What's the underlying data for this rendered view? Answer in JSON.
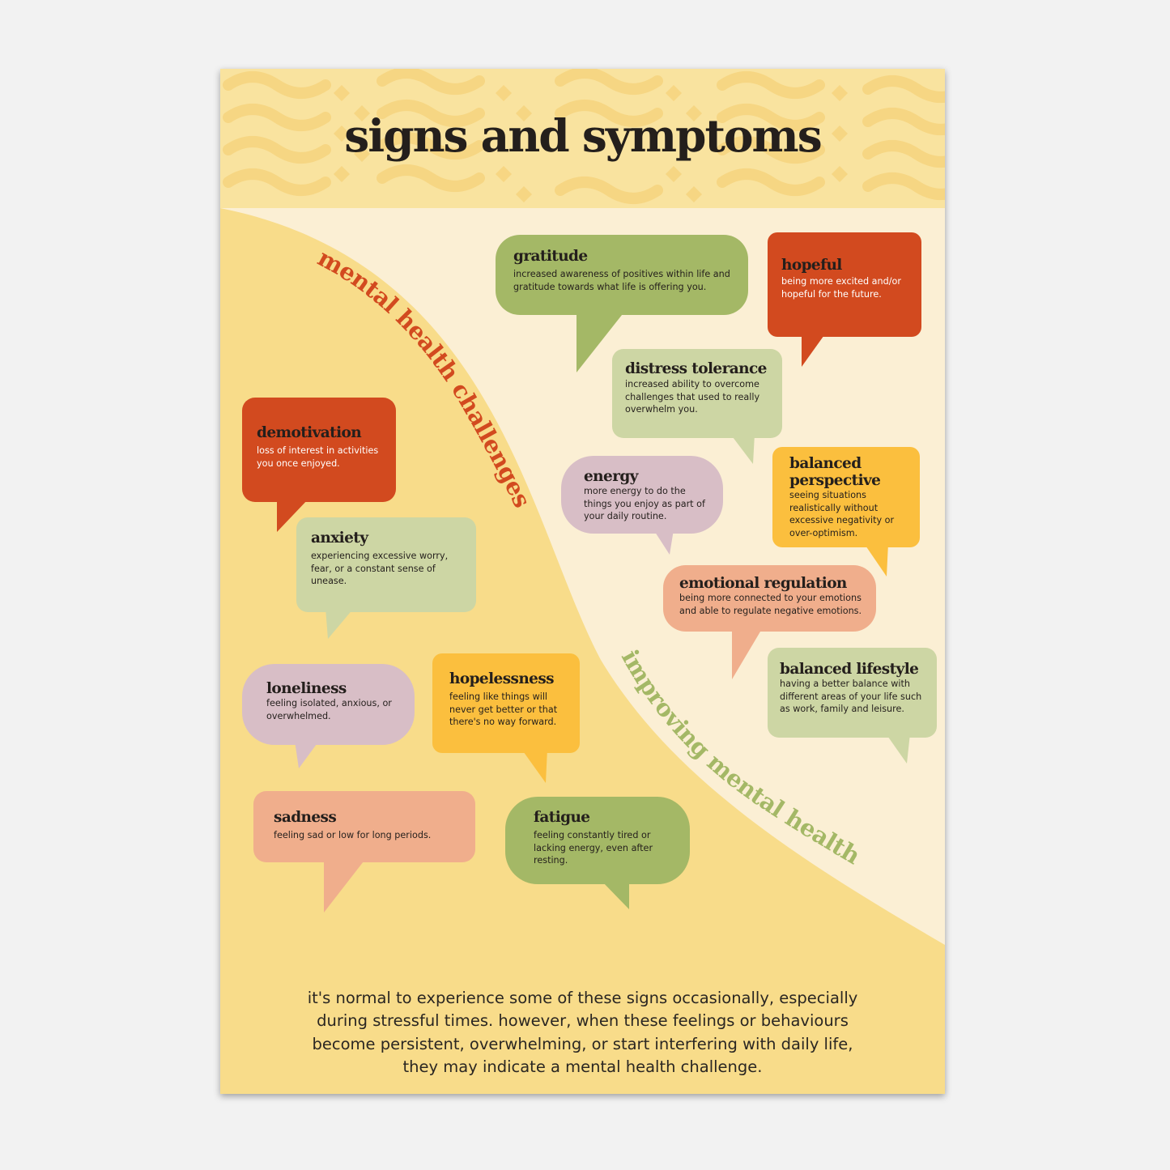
{
  "title": "signs and symptoms",
  "left_heading": "mental health challenges",
  "right_heading": "improving mental health",
  "colors": {
    "red": "#d24a1f",
    "sage": "#cdd6a4",
    "olive": "#a4b866",
    "mauve": "#d8bec6",
    "amber": "#fbbf3e",
    "salmon": "#f0ae8c",
    "cream": "#fbefd4",
    "yellow": "#f8dc8a"
  },
  "bubbles": [
    {
      "id": "demotivation",
      "title": "demotivation",
      "desc": "loss of interest in activities you once enjoyed.",
      "color": "red"
    },
    {
      "id": "anxiety",
      "title": "anxiety",
      "desc": "experiencing excessive worry, fear, or a constant sense of unease.",
      "color": "sage"
    },
    {
      "id": "loneliness",
      "title": "loneliness",
      "desc": "feeling isolated, anxious, or overwhelmed.",
      "color": "mauve"
    },
    {
      "id": "hopelessness",
      "title": "hopelessness",
      "desc": "feeling like things will never get better or that there's no way forward.",
      "color": "amber"
    },
    {
      "id": "sadness",
      "title": "sadness",
      "desc": "feeling sad or low for long periods.",
      "color": "salmon"
    },
    {
      "id": "fatigue",
      "title": "fatigue",
      "desc": "feeling constantly tired or lacking energy, even after resting.",
      "color": "olive"
    },
    {
      "id": "gratitude",
      "title": "gratitude",
      "desc": "increased awareness of positives within life and gratitude towards what life is offering you.",
      "color": "olive"
    },
    {
      "id": "hopeful",
      "title": "hopeful",
      "desc": "being more excited and/or hopeful for the future.",
      "color": "red"
    },
    {
      "id": "distress-tolerance",
      "title": "distress tolerance",
      "desc": "increased ability to overcome challenges that used to really overwhelm you.",
      "color": "sage"
    },
    {
      "id": "energy",
      "title": "energy",
      "desc": "more energy to do the things you enjoy as part of your daily routine.",
      "color": "mauve"
    },
    {
      "id": "balanced-perspective",
      "title": "balanced perspective",
      "desc": "seeing situations realistically without excessive negativity or over-optimism.",
      "color": "amber"
    },
    {
      "id": "emotional-regulation",
      "title": "emotional regulation",
      "desc": "being more connected to your emotions and able to regulate negative emotions.",
      "color": "salmon"
    },
    {
      "id": "balanced-lifestyle",
      "title": "balanced lifestyle",
      "desc": "having a better balance with different areas of your life such as work, family and leisure.",
      "color": "sage"
    }
  ],
  "footer": "it's normal to experience some of these signs occasionally, especially during stressful times. however, when these feelings or behaviours become persistent, overwhelming, or start interfering with daily life, they may indicate a mental health challenge."
}
